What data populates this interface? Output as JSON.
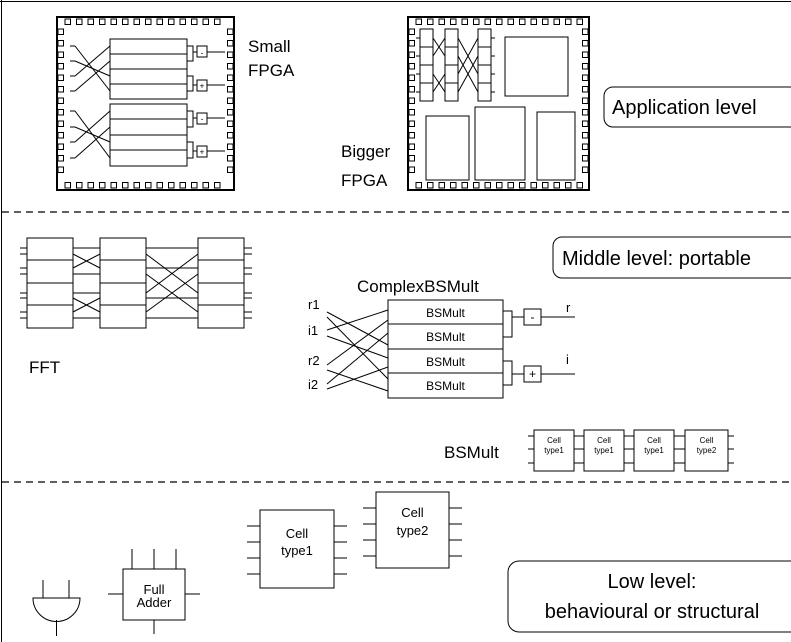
{
  "application": {
    "small_fpga": [
      "Small",
      "FPGA"
    ],
    "bigger_fpga": [
      "Bigger",
      "FPGA"
    ],
    "level_label": "Application level",
    "minus": "-",
    "plus": "+"
  },
  "middle": {
    "level_label": "Middle level: portable",
    "fft_label": "FFT",
    "complex_title": "ComplexBSMult",
    "inputs": [
      "r1",
      "i1",
      "r2",
      "i2"
    ],
    "blocks": [
      "BSMult",
      "BSMult",
      "BSMult",
      "BSMult"
    ],
    "outputs": [
      "r",
      "i"
    ],
    "minus": "-",
    "plus": "+",
    "bsmult_label": "BSMult",
    "cells": [
      [
        "Cell",
        "type1"
      ],
      [
        "Cell",
        "type1"
      ],
      [
        "Cell",
        "type1"
      ],
      [
        "Cell",
        "type2"
      ]
    ]
  },
  "low": {
    "level_label": [
      "Low level:",
      "behavioural or structural"
    ],
    "full_adder": [
      "Full",
      "Adder"
    ],
    "cell1": [
      "Cell",
      "type1"
    ],
    "cell2": [
      "Cell",
      "type2"
    ]
  }
}
